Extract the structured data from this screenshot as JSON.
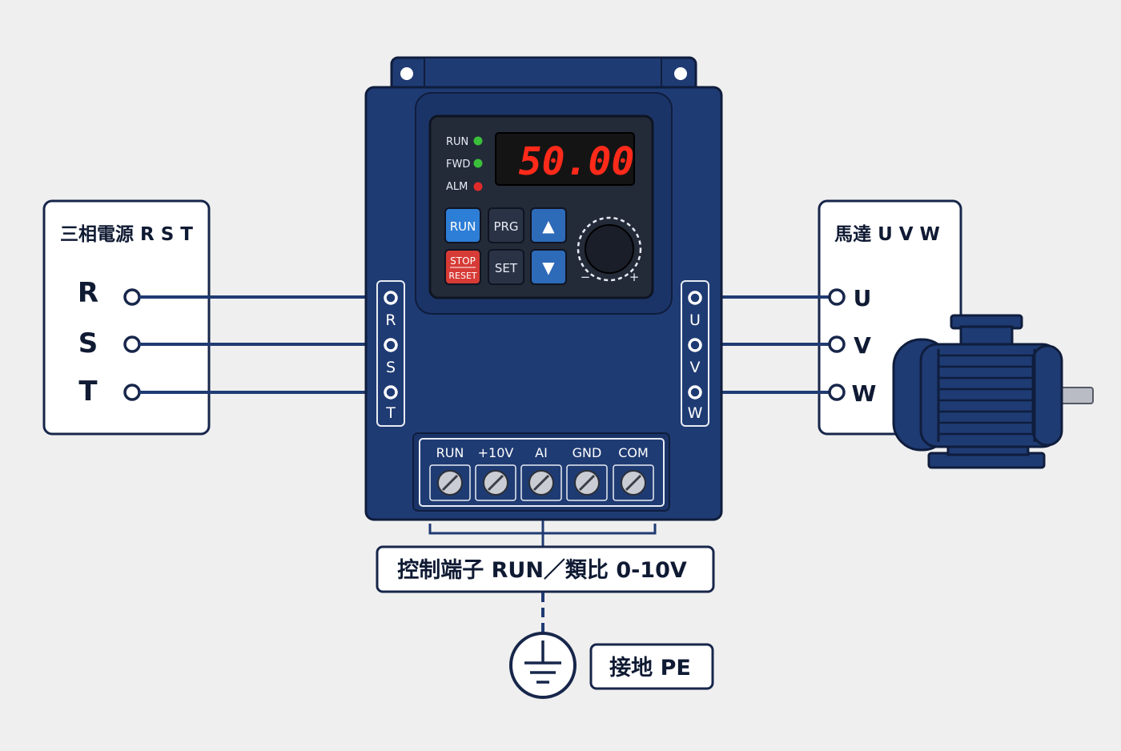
{
  "power_box": {
    "title": "三相電源 R S T",
    "terminals": [
      "R",
      "S",
      "T"
    ]
  },
  "motor_box": {
    "title": "馬達 U V W",
    "terminals": [
      "U",
      "V",
      "W"
    ]
  },
  "inverter": {
    "display_value": "50.00",
    "indicators": [
      {
        "label": "RUN",
        "color": "#3bbf3b"
      },
      {
        "label": "FWD",
        "color": "#3bbf3b"
      },
      {
        "label": "ALM",
        "color": "#e02b2b"
      }
    ],
    "keys": {
      "run": "RUN",
      "prg": "PRG",
      "stop": "STOP",
      "reset": "RESET",
      "set": "SET",
      "up": "▲",
      "down": "▼"
    },
    "knob_minus": "−",
    "knob_plus": "+",
    "input_strip": [
      "R",
      "S",
      "T"
    ],
    "output_strip": [
      "U",
      "V",
      "W"
    ],
    "control_terminals": [
      "RUN",
      "+10V",
      "AI",
      "GND",
      "COM"
    ]
  },
  "control_label": "控制端子 RUN／類比 0-10V",
  "ground_label": "接地 PE",
  "colors": {
    "navy": "#1f3b73",
    "navy_dark": "#142a57",
    "outline": "#17264a",
    "background": "#efefef"
  }
}
